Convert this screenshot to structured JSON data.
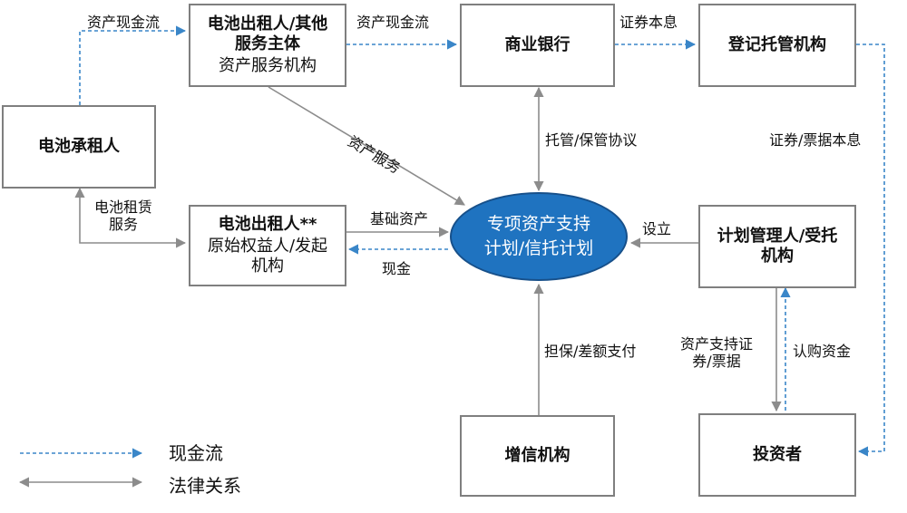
{
  "nodes": {
    "lessee": "电池承租人",
    "lessor_other_line1": "电池出租人/其他",
    "lessor_other_line2": "服务主体",
    "lessor_other_role": "资产服务机构",
    "bank": "商业银行",
    "custodian": "登记托管机构",
    "lessor_line1": "电池出租人**",
    "lessor_role_line1": "原始权益人/发起",
    "lessor_role_line2": "机构",
    "spv_line1": "专项资产支持",
    "spv_line2": "计划/信托计划",
    "manager_line1": "计划管理人/受托",
    "manager_line2": "机构",
    "credit": "增信机构",
    "investor": "投资者"
  },
  "edges": {
    "lessee_cash": "资产现金流",
    "service_cash": "资产现金流",
    "securities_interest": "证券本息",
    "asset_service": "资产服务",
    "custody_agreement": "托管/保管协议",
    "bill_interest": "证券/票据本息",
    "lease_service_line1": "电池租赁",
    "lease_service_line2": "服务",
    "underlying_asset": "基础资产",
    "cash": "现金",
    "establish": "设立",
    "guarantee": "担保/差额支付",
    "abs_line1": "资产支持证",
    "abs_line2": "券/票据",
    "subscription": "认购资金"
  },
  "legend": {
    "cashflow": "现金流",
    "legal": "法律关系"
  },
  "colors": {
    "cash_line": "#3a86c8",
    "legal_line": "#8c8c8c",
    "oval_fill": "#1f73c0"
  }
}
